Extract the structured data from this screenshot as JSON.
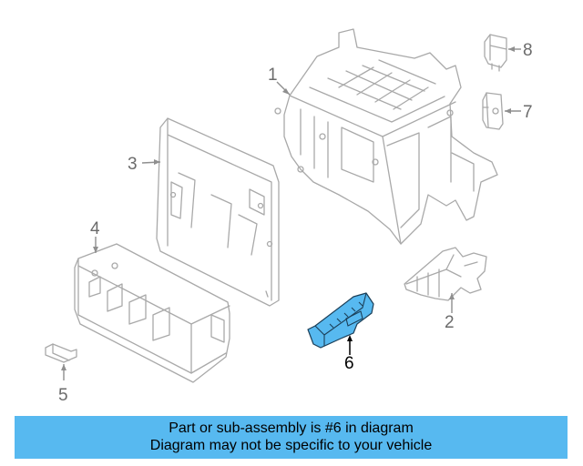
{
  "diagram": {
    "callouts": {
      "c1": "1",
      "c2": "2",
      "c3": "3",
      "c4": "4",
      "c5": "5",
      "c6": "6",
      "c7": "7",
      "c8": "8"
    },
    "highlight_color": "#57b9f0"
  },
  "banner": {
    "line1": "Part or sub-assembly is #6 in diagram",
    "line2": "Diagram may not be specific to your vehicle",
    "background": "#57b9f0"
  }
}
